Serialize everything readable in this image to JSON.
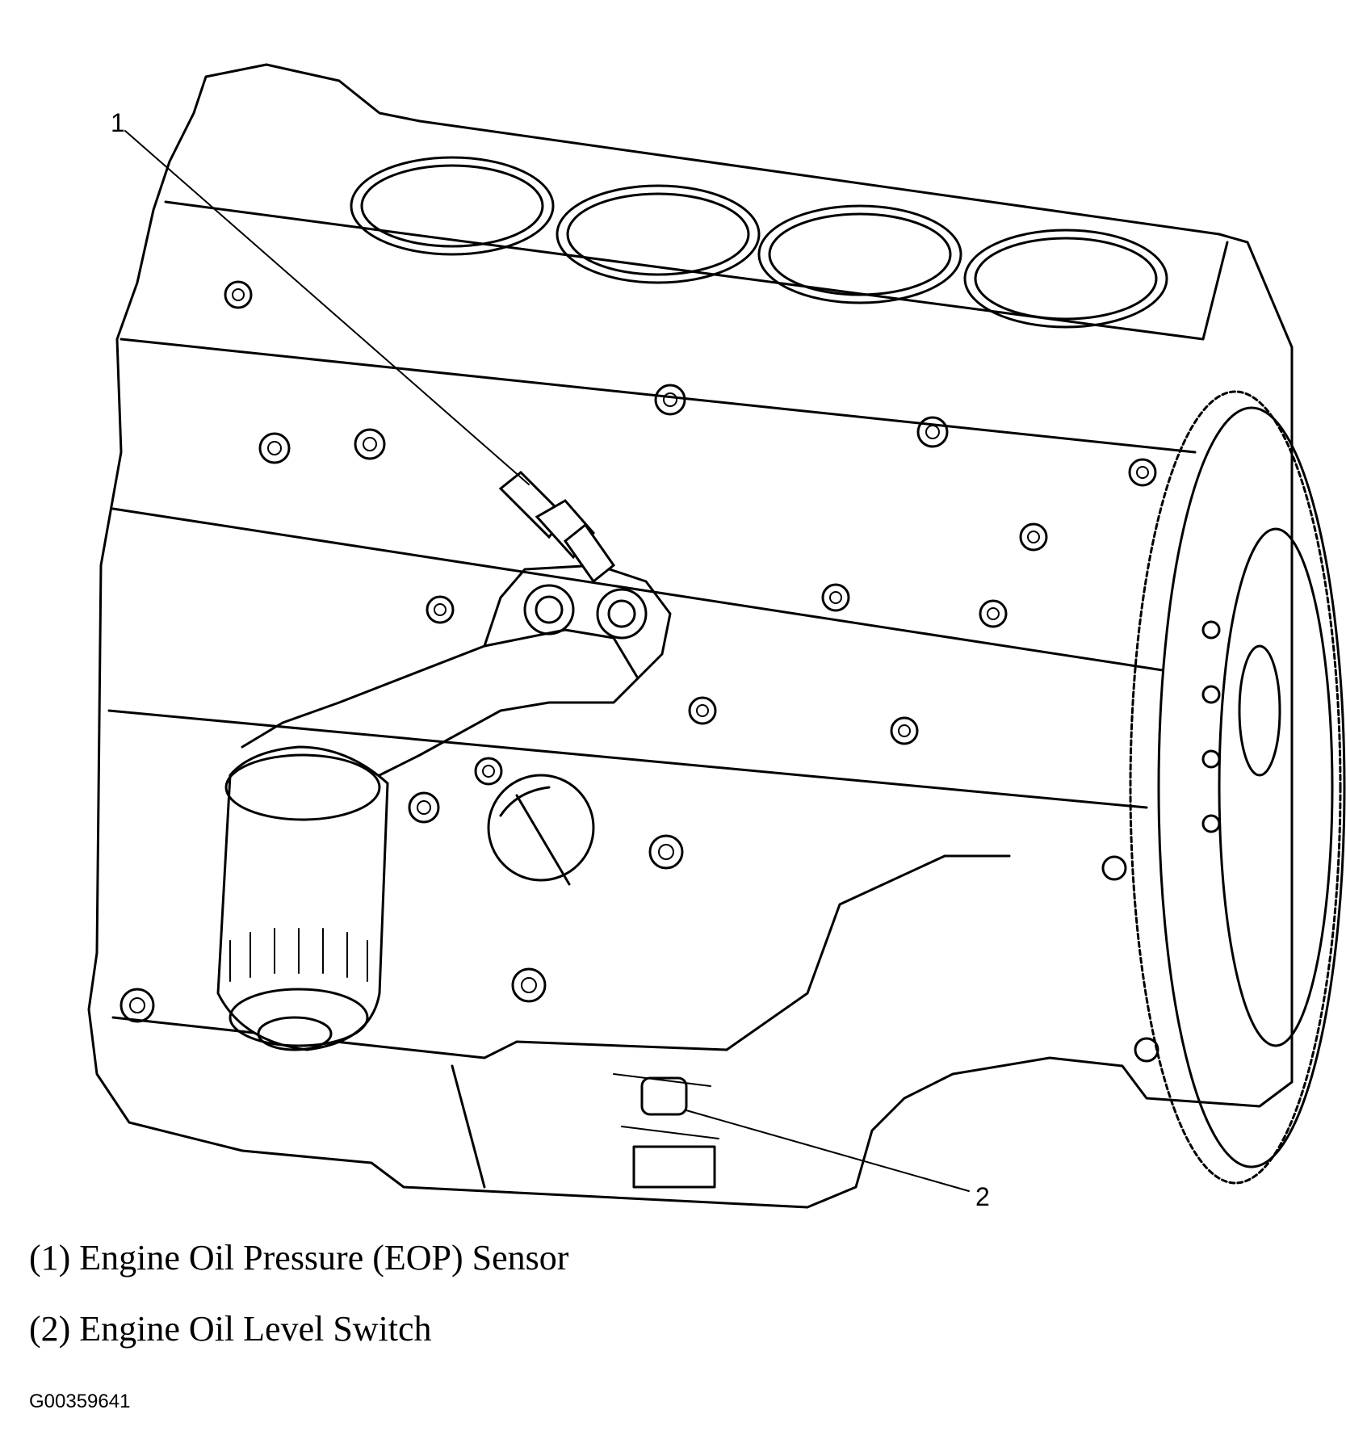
{
  "diagram": {
    "callouts": [
      {
        "number": "1"
      },
      {
        "number": "2"
      }
    ],
    "legend": [
      {
        "text": "(1) Engine Oil Pressure (EOP) Sensor"
      },
      {
        "text": "(2) Engine Oil Level Switch"
      }
    ],
    "figure_id": "G00359641"
  }
}
